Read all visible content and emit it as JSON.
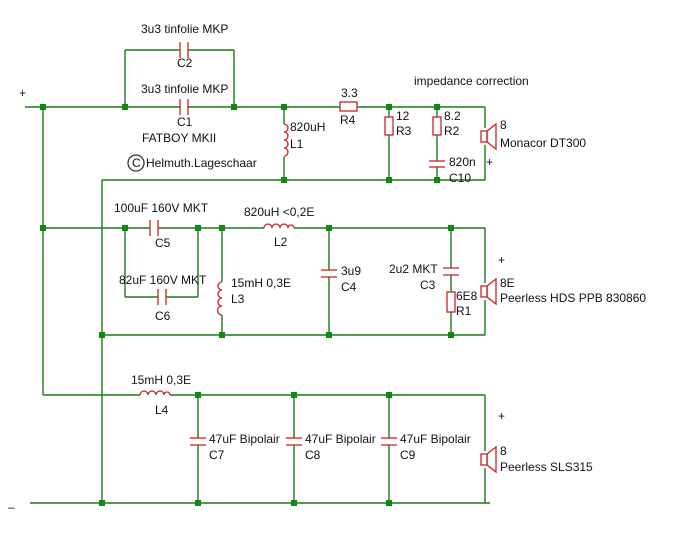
{
  "labels": {
    "plus_in": "+",
    "minus_in": "–",
    "title": "FATBOY MKII",
    "author": "Helmuth.Lageschaar",
    "copyright_symbol": "C",
    "impedance_correction": "impedance correction",
    "C2_value": "3u3 tinfolie MKP",
    "C2_name": "C2",
    "C1_value": "3u3 tinfolie MKP",
    "C1_name": "C1",
    "L1_value": "820uH",
    "L1_name": "L1",
    "R4_value": "3.3",
    "R4_name": "R4",
    "R3_value": "12",
    "R3_name": "R3",
    "R2_value": "8.2",
    "R2_name": "R2",
    "C10_value": "820n",
    "C10_name": "C10",
    "tweeter_imp": "8",
    "tweeter_name": "Monacor DT300",
    "tweeter_plus": "+",
    "C5_value": "100uF 160V MKT",
    "C5_name": "C5",
    "C6_value": "82uF 160V MKT",
    "C6_name": "C6",
    "L2_value": "820uH  <0,2E",
    "L2_name": "L2",
    "L3_value": "15mH 0,3E",
    "L3_name": "L3",
    "C4_value": "3u9",
    "C4_name": "C4",
    "C3_value": "2u2 MKT",
    "C3_name": "C3",
    "R1_value": "6E8",
    "R1_name": "R1",
    "mid_imp": "8E",
    "mid_name": "Peerless HDS PPB 830860",
    "mid_plus": "+",
    "L4_value": "15mH 0,3E",
    "L4_name": "L4",
    "C7_value": "47uF Bipolair",
    "C7_name": "C7",
    "C8_value": "47uF Bipolair",
    "C8_name": "C8",
    "C9_value": "47uF Bipolair",
    "C9_name": "C9",
    "woofer_imp": "8",
    "woofer_name": "Peerless SLS315",
    "woofer_plus": "+"
  },
  "colors": {
    "wire": "#1a7a1a",
    "component": "#cc2222",
    "junction": "#118811",
    "text": "#111111"
  }
}
